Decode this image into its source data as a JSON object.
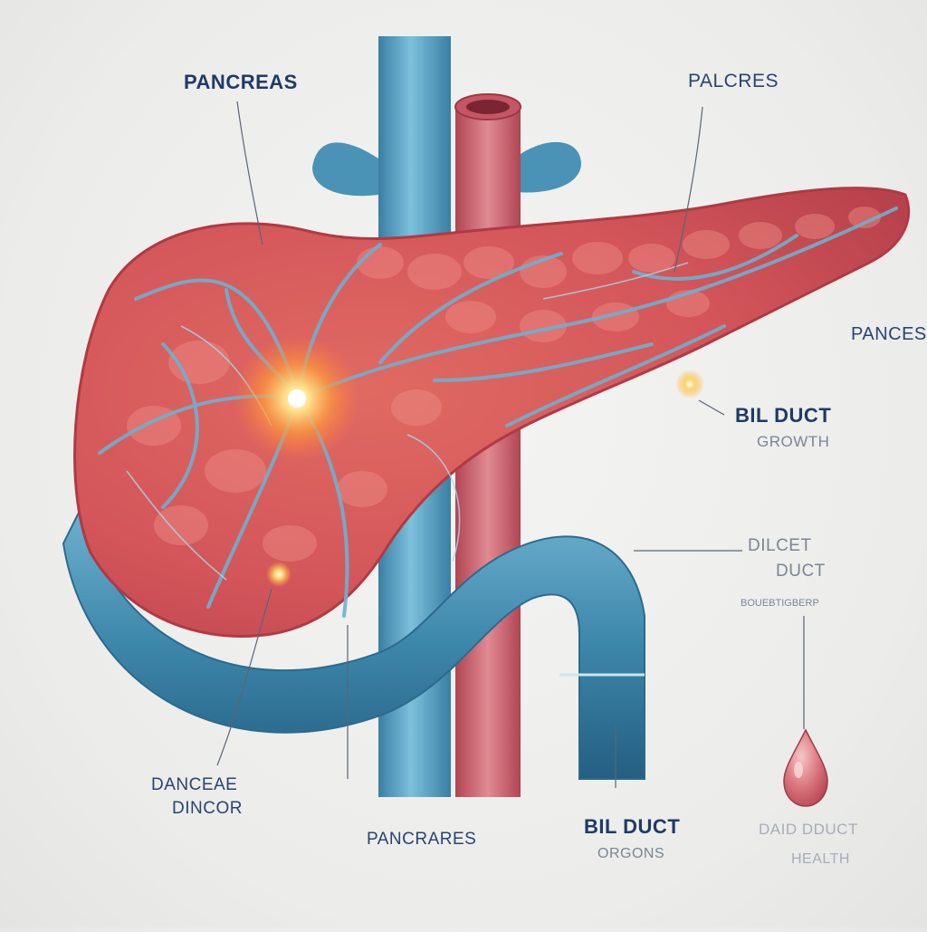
{
  "labels": {
    "top_left_title": "PANCREAS",
    "top_right_title": "PALCRES",
    "right_side_title": "PANCES",
    "bile_duct_title": "BIL DUCT",
    "bile_duct_sub": "GROWTH",
    "dilcet_line1": "DILCET",
    "dilcet_line2": "DUCT",
    "dilcet_sub": "BOUEBTIGBERP",
    "bottom_left_line1": "DANCEAE",
    "bottom_left_line2": "DINCOR",
    "bottom_center": "PANCRARES",
    "bottom_duct_title": "BIL DUCT",
    "bottom_duct_sub": "ORGONS",
    "bottom_right_title": "DAID DDUCT",
    "bottom_right_sub": "HEALTH"
  },
  "colors": {
    "organ_fill": "#d9575a",
    "organ_light": "#ee9089",
    "organ_outline": "#b03a44",
    "vein_blue": "#4f97b8",
    "vessel_blue": "#3f8db0",
    "artery_red": "#c55663",
    "glow": "#ffb347",
    "label_navy": "#1f3a66"
  }
}
